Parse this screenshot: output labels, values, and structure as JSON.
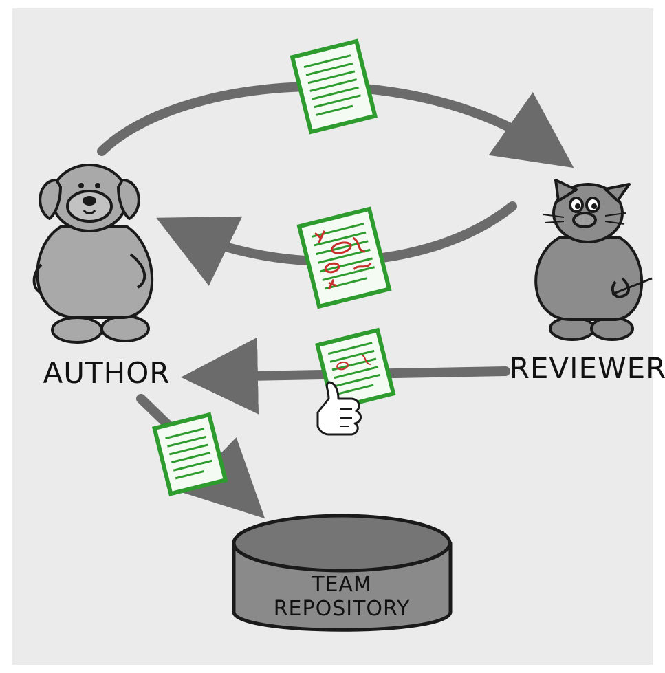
{
  "diagram": {
    "labels": {
      "author": "AUTHOR",
      "reviewer": "REVIEWER",
      "repo_line1": "TEAM",
      "repo_line2": "REPOSITORY"
    },
    "colors": {
      "background": "#ebebeb",
      "arrow": "#6b6b6b",
      "document_border": "#2e9b2e",
      "document_lines": "#2e9b2e",
      "document_fill": "#f4fbf2",
      "review_marks": "#c8302e",
      "character_fill": "#a9a9a9",
      "cat_fill": "#8c8c8c",
      "repository_fill": "#8a8a8a",
      "outline": "#1a1a1a"
    },
    "nodes": [
      {
        "id": "author",
        "icon": "dog-icon"
      },
      {
        "id": "reviewer",
        "icon": "cat-icon"
      },
      {
        "id": "repository",
        "icon": "database-icon"
      }
    ],
    "flows": [
      {
        "from": "author",
        "to": "reviewer",
        "carries": "clean-document-icon"
      },
      {
        "from": "reviewer",
        "to": "author",
        "carries": "marked-up-document-icon"
      },
      {
        "from": "reviewer",
        "to": "author",
        "carries": "approved-document-icon",
        "extra": "thumbs-up-icon"
      },
      {
        "from": "author",
        "to": "repository",
        "carries": "clean-document-icon"
      }
    ]
  }
}
